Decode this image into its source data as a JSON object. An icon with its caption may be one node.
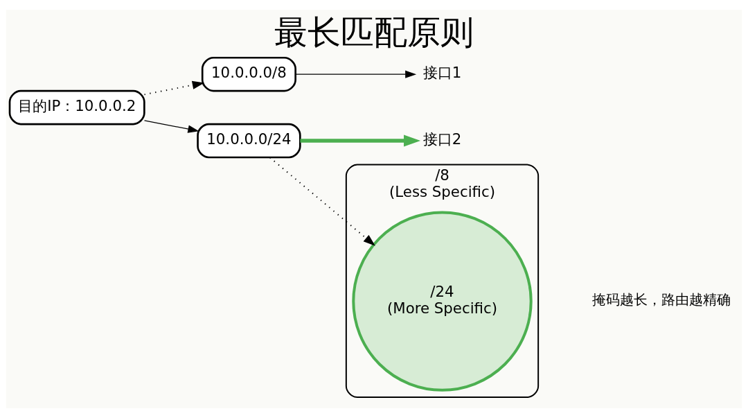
{
  "diagram": {
    "title": "最长匹配原则",
    "nodes": [
      {
        "text": [
          "目的IP：10.0.0.2"
        ]
      },
      {
        "text": [
          "10.0.0.0/8"
        ]
      },
      {
        "text": [
          "10.0.0.0/24"
        ]
      },
      {
        "text": [
          "接口1"
        ]
      },
      {
        "text": [
          "接口2"
        ]
      },
      {
        "text": [
          "/8",
          "(Less Specific)"
        ]
      },
      {
        "text": [
          "/24",
          "(More Specific)"
        ],
        "in": 5
      }
    ],
    "edges": [
      {
        "from": 0,
        "to": 1,
        "arrow": "to",
        "style": "dashed"
      },
      {
        "from": 0,
        "to": 2,
        "arrow": "to"
      },
      {
        "from": 1,
        "to": 3,
        "arrow": "to"
      },
      {
        "from": 2,
        "to": 4,
        "arrow": "to",
        "style": "thick",
        "color": "#4caf50"
      },
      {
        "from": 2,
        "to": 6,
        "arrow": "to",
        "style": "dashed"
      }
    ],
    "labels": [
      "掩码越长，路由越精确"
    ]
  }
}
